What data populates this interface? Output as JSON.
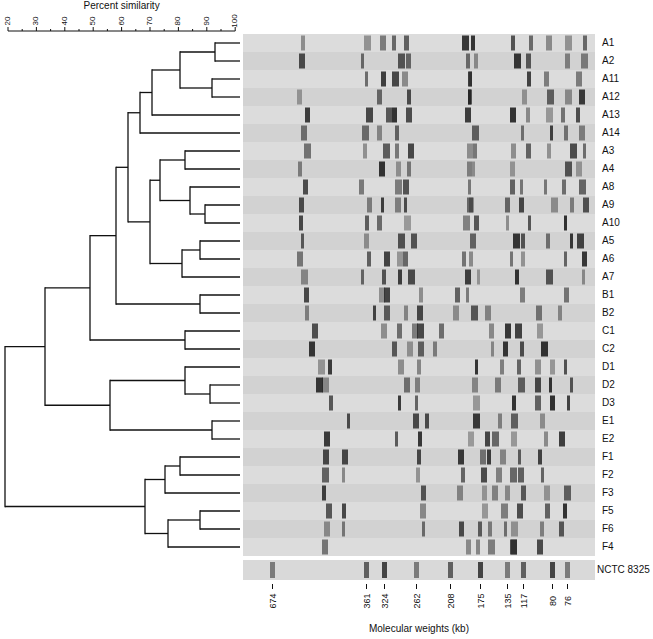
{
  "diagram": {
    "labels": [
      "Percent similarity",
      "20",
      "30",
      "40",
      "50",
      "60",
      "70",
      "80",
      "90",
      "100",
      "A1",
      "A2",
      "A11",
      "A12",
      "A13",
      "A14",
      "A3",
      "A4",
      "A8",
      "A9",
      "A10",
      "A5",
      "A6",
      "A7",
      "B1",
      "B2",
      "C1",
      "C2",
      "D1",
      "D2",
      "D3",
      "E1",
      "E2",
      "F1",
      "F2",
      "F3",
      "F5",
      "F6",
      "F4",
      "NCTC 8325",
      "674",
      "361",
      "324",
      "262",
      "208",
      "175",
      "135",
      "117",
      "80",
      "76",
      "Molecular weights (kb)"
    ]
  }
}
